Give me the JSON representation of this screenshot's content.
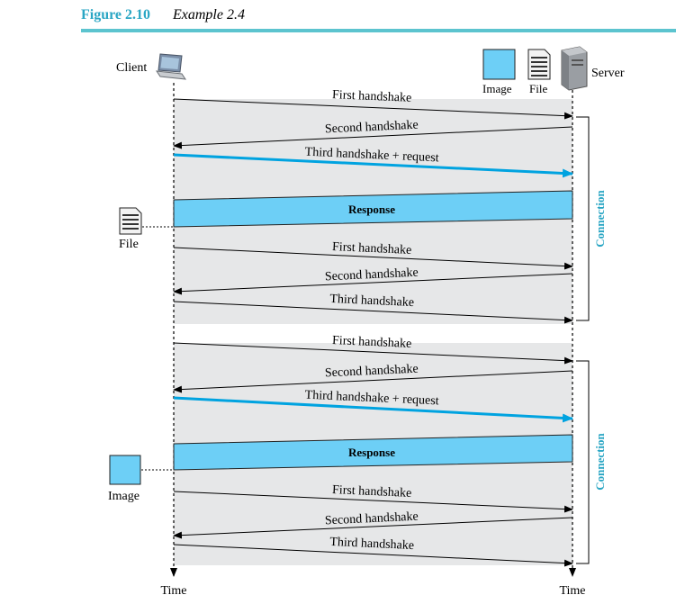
{
  "figure": {
    "number": "Figure 2.10",
    "title": "Example 2.4"
  },
  "colors": {
    "accent": "#2aa6c4",
    "header_rule": "#5cc4cf",
    "response_fill": "#6dcff6",
    "blue_arrow": "#00a3e0",
    "connection_area": "#e6e7e8"
  },
  "labels": {
    "client": "Client",
    "server": "Server",
    "image_legend": "Image",
    "file_legend": "File",
    "time_left": "Time",
    "time_right": "Time",
    "file_received": "File",
    "image_received": "Image"
  },
  "connections": [
    {
      "label": "Connection",
      "messages": [
        {
          "label": "First handshake"
        },
        {
          "label": "Second handshake"
        },
        {
          "label": "Third handshake + request"
        },
        {
          "label": "Response"
        },
        {
          "label": "First handshake"
        },
        {
          "label": "Second handshake"
        },
        {
          "label": "Third handshake"
        }
      ]
    },
    {
      "label": "Connection",
      "messages": [
        {
          "label": "First handshake"
        },
        {
          "label": "Second handshake"
        },
        {
          "label": "Third handshake + request"
        },
        {
          "label": "Response"
        },
        {
          "label": "First handshake"
        },
        {
          "label": "Second handshake"
        },
        {
          "label": "Third handshake"
        }
      ]
    }
  ],
  "icons": {
    "client": "laptop-icon",
    "server": "server-icon",
    "image": "image-icon",
    "file": "file-icon"
  }
}
